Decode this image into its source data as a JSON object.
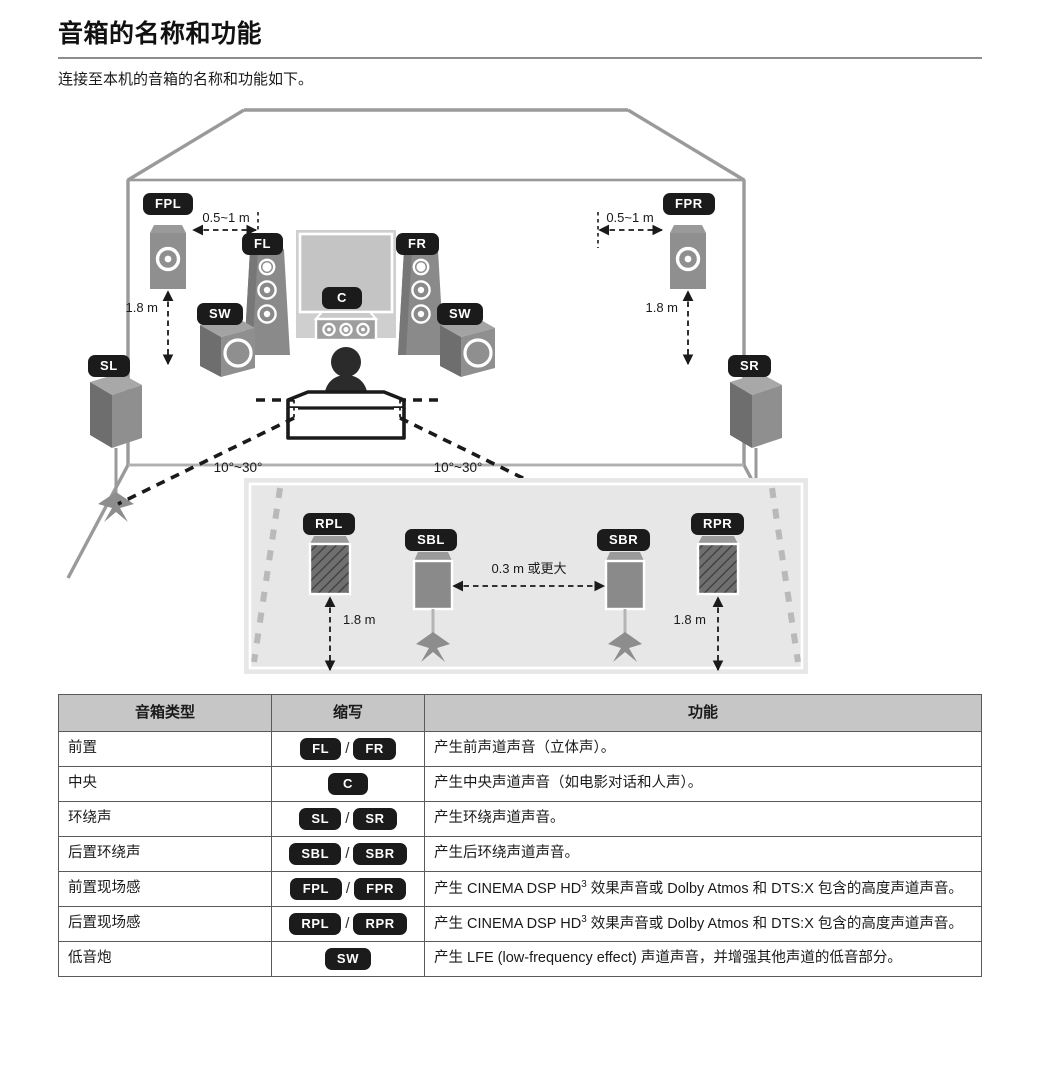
{
  "header": {
    "title": "音箱的名称和功能",
    "intro": "连接至本机的音箱的名称和功能如下。"
  },
  "diagram": {
    "name": "speaker-layout-diagram",
    "labels": {
      "fpl": "FPL",
      "fpr": "FPR",
      "fl": "FL",
      "fr": "FR",
      "c": "C",
      "sw_left": "SW",
      "sw_right": "SW",
      "sl": "SL",
      "sr": "SR",
      "rpl": "RPL",
      "rpr": "RPR",
      "sbl": "SBL",
      "sbr": "SBR"
    },
    "dimensions": {
      "front_presence_left": "0.5~1 m",
      "front_presence_right": "0.5~1 m",
      "height_left": "1.8 m",
      "height_right": "1.8 m",
      "angle_left": "10°~30°",
      "angle_right": "10°~30°",
      "rear_height_left": "1.8 m",
      "rear_height_right": "1.8 m",
      "surround_back_gap": "0.3 m 或更大"
    },
    "colors": {
      "pill_bg": "#1b1b1b",
      "speaker_body": "#878787",
      "speaker_dark": "#6f6f6f",
      "speaker_light": "#b4b4b4",
      "wall_line": "#9a9a9a",
      "floorplan_bg": "#e7e7e7"
    }
  },
  "table": {
    "columns": [
      "音箱类型",
      "缩写",
      "功能"
    ],
    "rows": [
      {
        "type": "前置",
        "abbr": [
          "FL",
          "FR"
        ],
        "abbr_sep": "/",
        "func": "产生前声道声音（立体声）。"
      },
      {
        "type": "中央",
        "abbr": [
          "C"
        ],
        "abbr_sep": "",
        "func": "产生中央声道声音（如电影对话和人声）。"
      },
      {
        "type": "环绕声",
        "abbr": [
          "SL",
          "SR"
        ],
        "abbr_sep": "/",
        "func": "产生环绕声道声音。"
      },
      {
        "type": "后置环绕声",
        "abbr": [
          "SBL",
          "SBR"
        ],
        "abbr_sep": "/",
        "func": "产生后环绕声道声音。"
      },
      {
        "type": "前置现场感",
        "abbr": [
          "FPL",
          "FPR"
        ],
        "abbr_sep": "/",
        "func_pre": "产生 CINEMA DSP HD",
        "func_sup": "3",
        "func_post": " 效果声音或 Dolby Atmos 和 DTS:X 包含的高度声道声音。"
      },
      {
        "type": "后置现场感",
        "abbr": [
          "RPL",
          "RPR"
        ],
        "abbr_sep": "/",
        "func_pre": "产生 CINEMA DSP HD",
        "func_sup": "3",
        "func_post": " 效果声音或 Dolby Atmos 和 DTS:X 包含的高度声道声音。"
      },
      {
        "type": "低音炮",
        "abbr": [
          "SW"
        ],
        "abbr_sep": "",
        "func": "产生 LFE (low-frequency effect) 声道声音，并增强其他声道的低音部分。"
      }
    ]
  }
}
